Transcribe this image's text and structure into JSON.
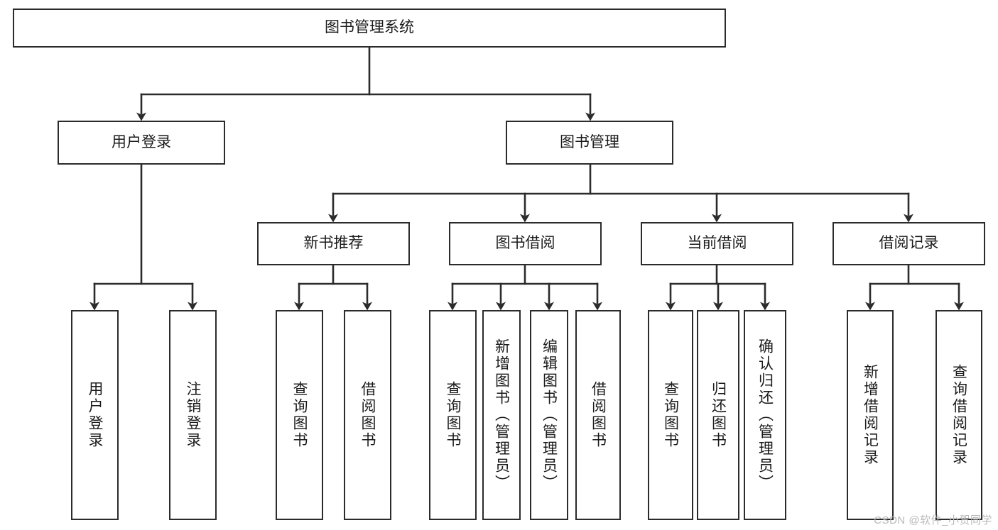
{
  "diagram": {
    "title": "图书管理系统",
    "type": "hierarchy-tree",
    "watermark": "CSDN @软件_小贺同学",
    "colors": {
      "box_border": "#2b2b2b",
      "box_fill": "#ffffff",
      "connector": "#2b2b2b",
      "text": "#1a1a1a",
      "watermark": "#b9b9b9"
    },
    "levels": {
      "root": {
        "label": "图书管理系统"
      },
      "level2": [
        {
          "label": "用户登录"
        },
        {
          "label": "图书管理"
        }
      ],
      "level3": [
        {
          "label": "新书推荐"
        },
        {
          "label": "图书借阅"
        },
        {
          "label": "当前借阅"
        },
        {
          "label": "借阅记录"
        }
      ],
      "leaves": [
        {
          "label": "用户登录",
          "parent": "用户登录"
        },
        {
          "label": "注销登录",
          "parent": "用户登录"
        },
        {
          "label": "查询图书",
          "parent": "新书推荐"
        },
        {
          "label": "借阅图书",
          "parent": "新书推荐"
        },
        {
          "label": "查询图书",
          "parent": "图书借阅"
        },
        {
          "label": "新增图书（管理员）",
          "parent": "图书借阅"
        },
        {
          "label": "编辑图书（管理员）",
          "parent": "图书借阅"
        },
        {
          "label": "借阅图书",
          "parent": "图书借阅"
        },
        {
          "label": "查询图书",
          "parent": "当前借阅"
        },
        {
          "label": "归还图书",
          "parent": "当前借阅"
        },
        {
          "label": "确认归还（管理员）",
          "parent": "当前借阅"
        },
        {
          "label": "新增借阅记录",
          "parent": "借阅记录"
        },
        {
          "label": "查询借阅记录",
          "parent": "借阅记录"
        }
      ]
    }
  }
}
